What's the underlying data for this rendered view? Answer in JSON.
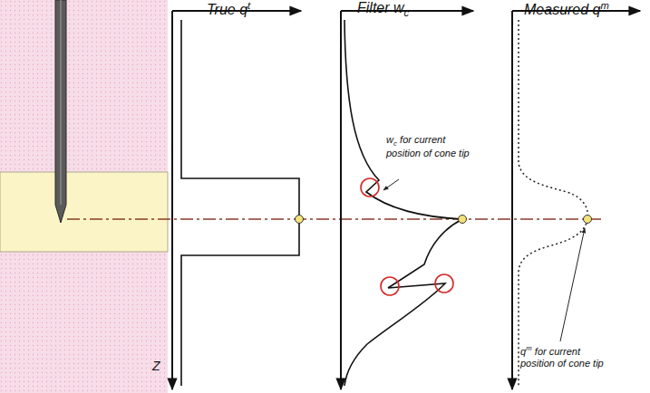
{
  "diagram": {
    "labels": [
      "True q",
      "t",
      "Filter w",
      "c",
      "Measured q",
      "m",
      "Z",
      "w",
      "c",
      "for current position of cone tip",
      "q",
      "m",
      "for current position of cone tip"
    ]
  }
}
